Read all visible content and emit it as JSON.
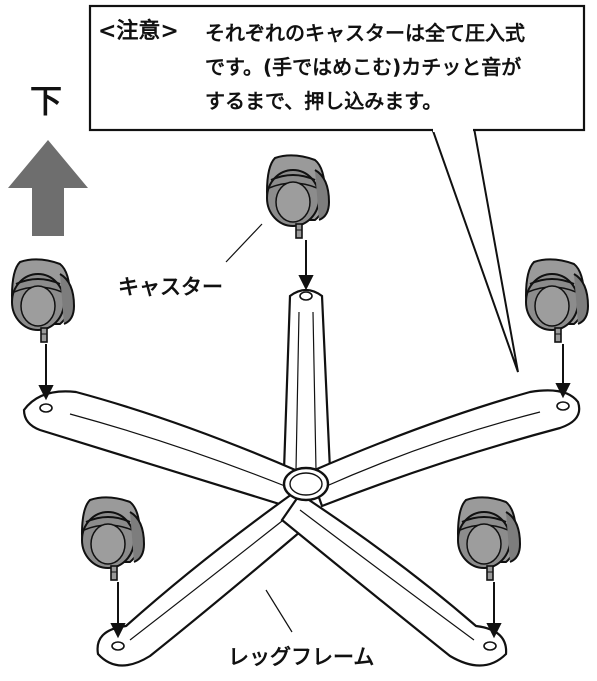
{
  "note": {
    "label": "<注意>",
    "lines": [
      "それぞれのキャスターは全て圧入式",
      "です。(手ではめこむ)カチッと音が",
      "するまで、押し込みます。"
    ]
  },
  "direction": {
    "label": "下"
  },
  "labels": {
    "caster": "キャスター",
    "leg_frame": "レッグフレーム"
  },
  "colors": {
    "caster_body": "#8f8f8f",
    "arrow": "#6e6e6e",
    "line": "#111111"
  },
  "icons": {
    "direction_arrow": "up-arrow-icon",
    "caster": "caster-wheel-icon"
  }
}
